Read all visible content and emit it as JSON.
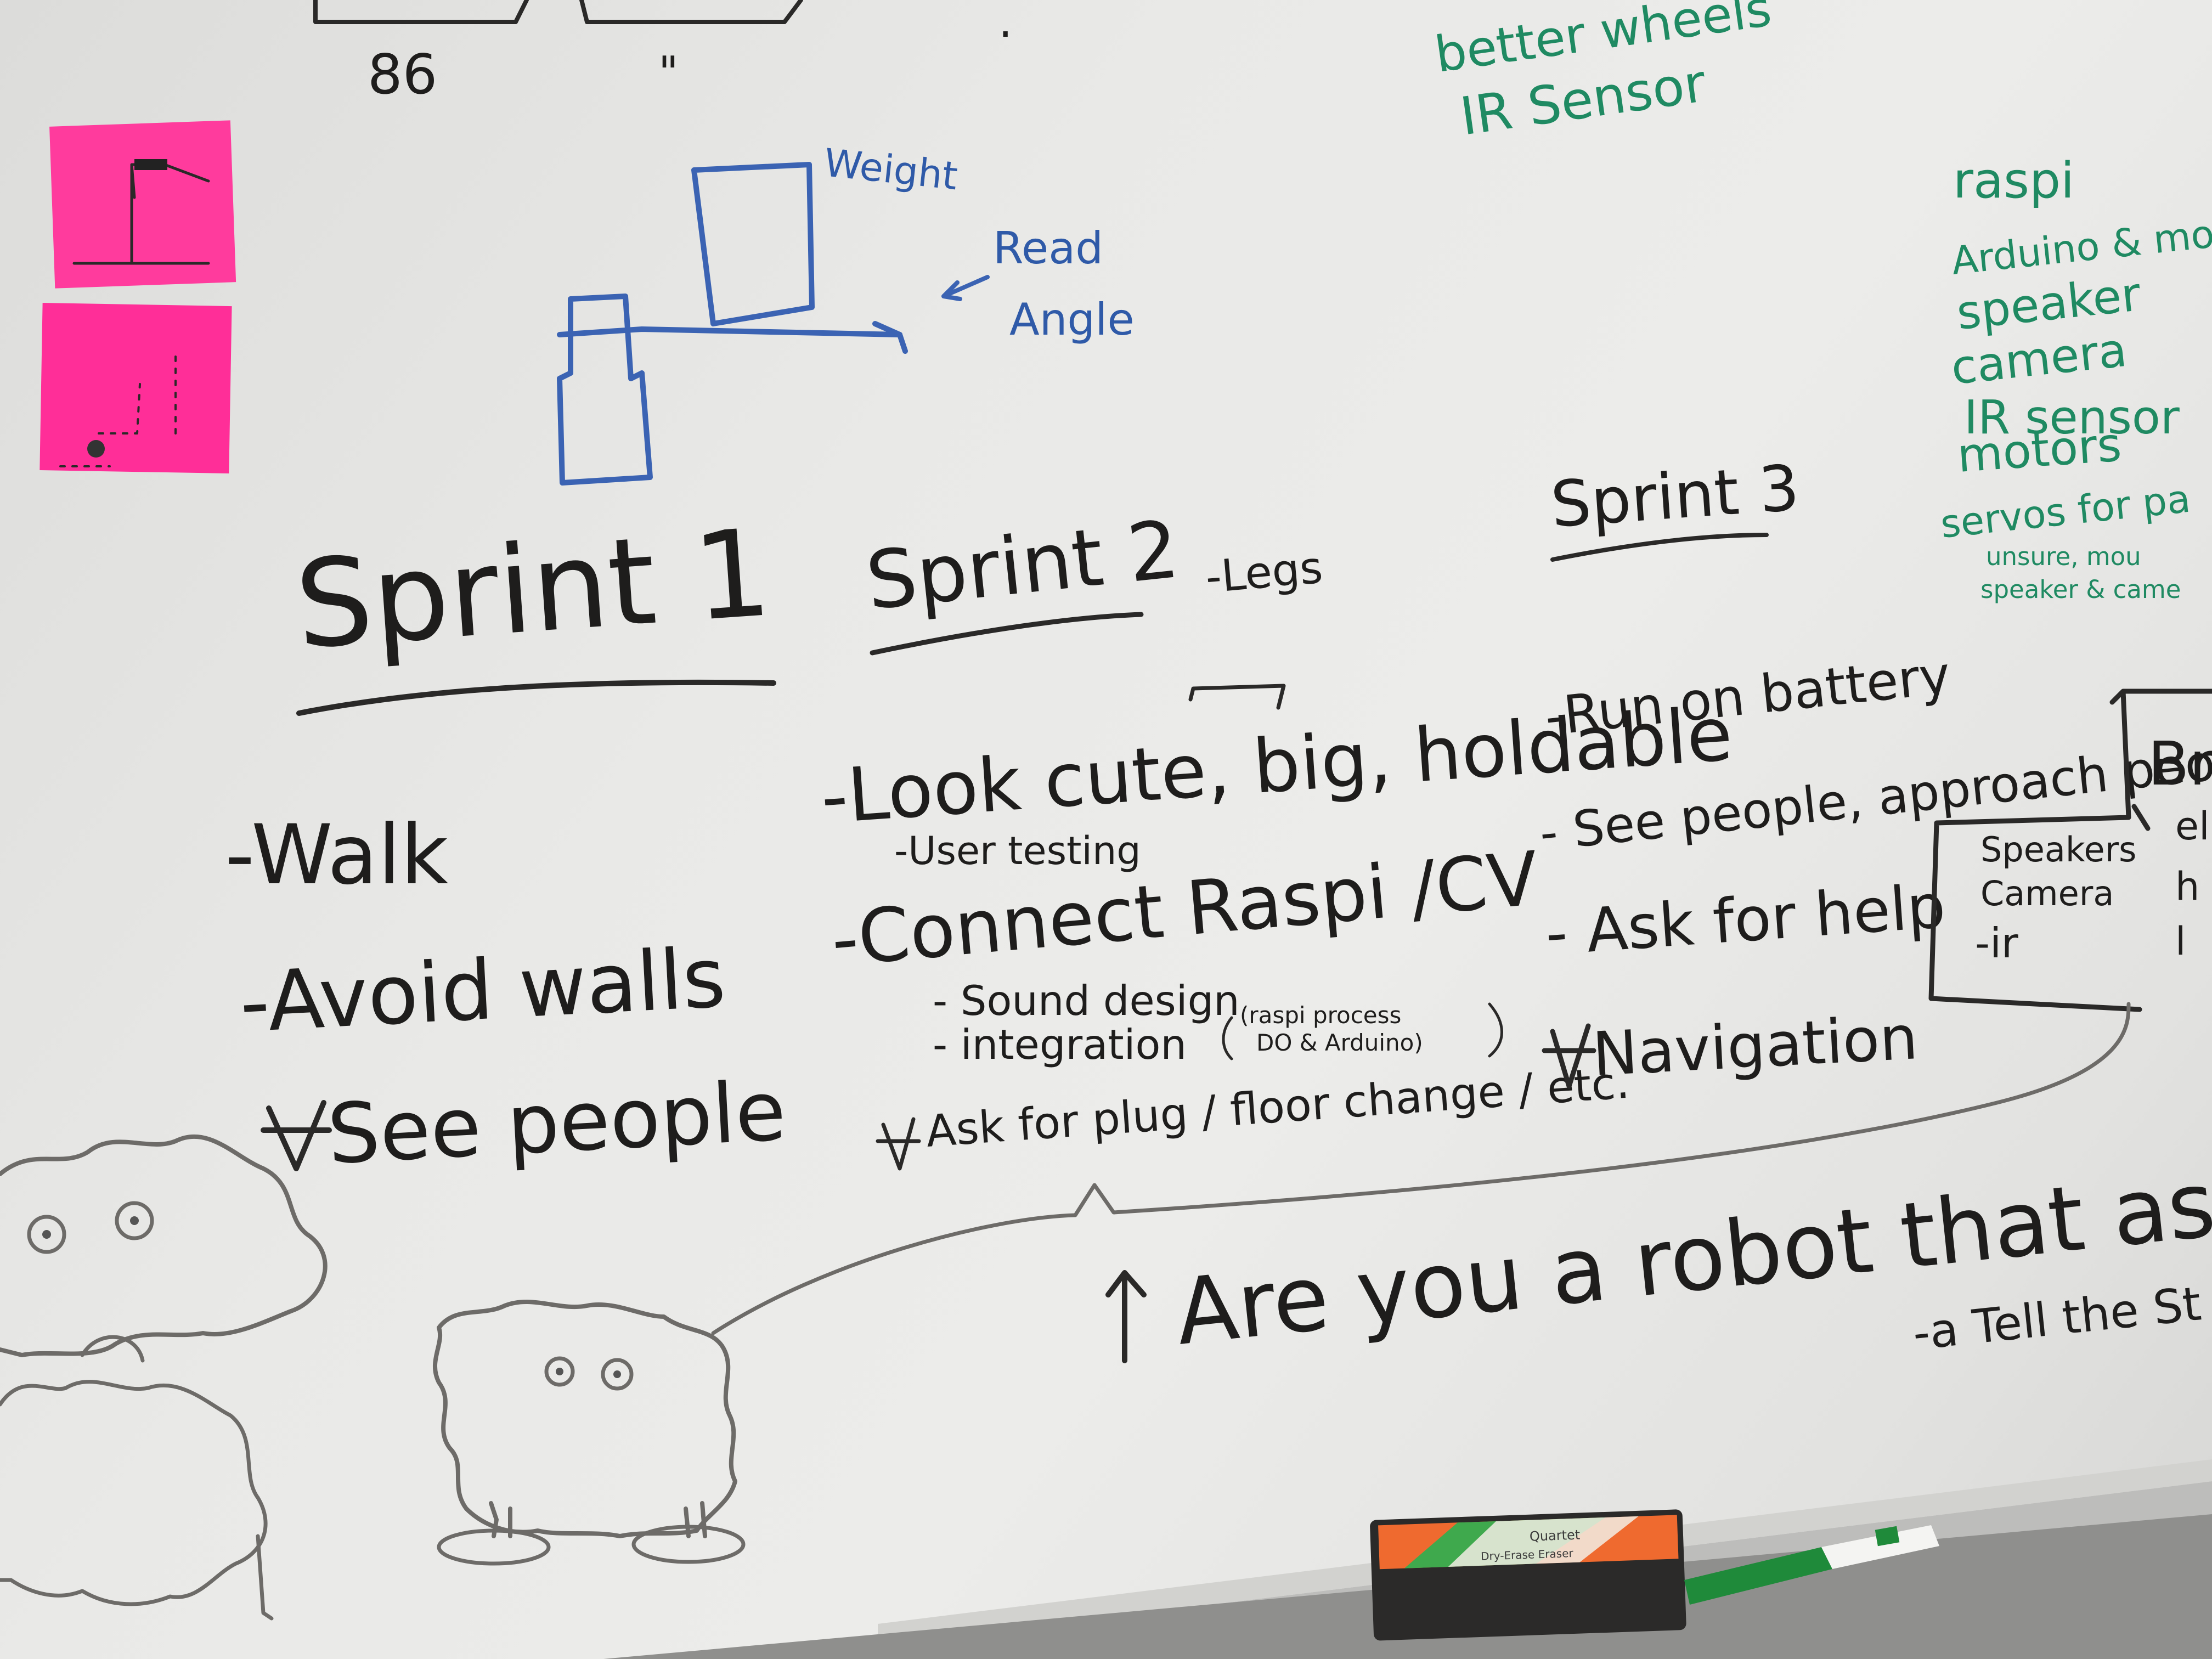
{
  "top_fragments": {
    "left_number": "86",
    "ditto_mark": "\"",
    "dot_mark": "·"
  },
  "top_right_list": {
    "line1": "better wheels",
    "line2": "IR Sensor"
  },
  "blue_sketch": {
    "weight_label": "Weight",
    "read_label": "Read",
    "angle_label": "Angle"
  },
  "parts_list": {
    "items": [
      "raspi",
      "Arduino & mo",
      "speaker",
      "camera",
      "IR sensor",
      "motors",
      "servos for pa"
    ],
    "note_line1": "unsure, mou",
    "note_line2": "speaker & came"
  },
  "sprint1": {
    "title": "Sprint 1",
    "items": [
      "-Walk",
      "-Avoid walls",
      "See people"
    ]
  },
  "sprint2": {
    "title": "Sprint 2",
    "side_note": "-Legs",
    "items": [
      "-Look cute, big, holdable",
      "-User testing",
      "-Connect Raspi /CV",
      "- Sound design",
      "- integration",
      "(raspi process",
      "DO & Arduino)",
      "Ask for plug / floor change / etc."
    ]
  },
  "sprint3": {
    "title": "Sprint 3",
    "items": [
      "-Run on battery",
      "- See people, approach people",
      "- Ask for help",
      "Navigation"
    ]
  },
  "right_box": {
    "header": "Br",
    "items": [
      "Speakers",
      "Camera",
      "-ir"
    ],
    "side_letters": [
      "el",
      "h",
      "l"
    ]
  },
  "bottom_text": {
    "question": "Are you a robot that asks for se",
    "note": "-a Tell the St"
  },
  "eraser": {
    "brand": "Quartet",
    "label": "Dry-Erase Eraser"
  },
  "marker": {
    "color": "#1f8a3a"
  },
  "sticky_notes": {
    "color": "#ff2f9a"
  }
}
